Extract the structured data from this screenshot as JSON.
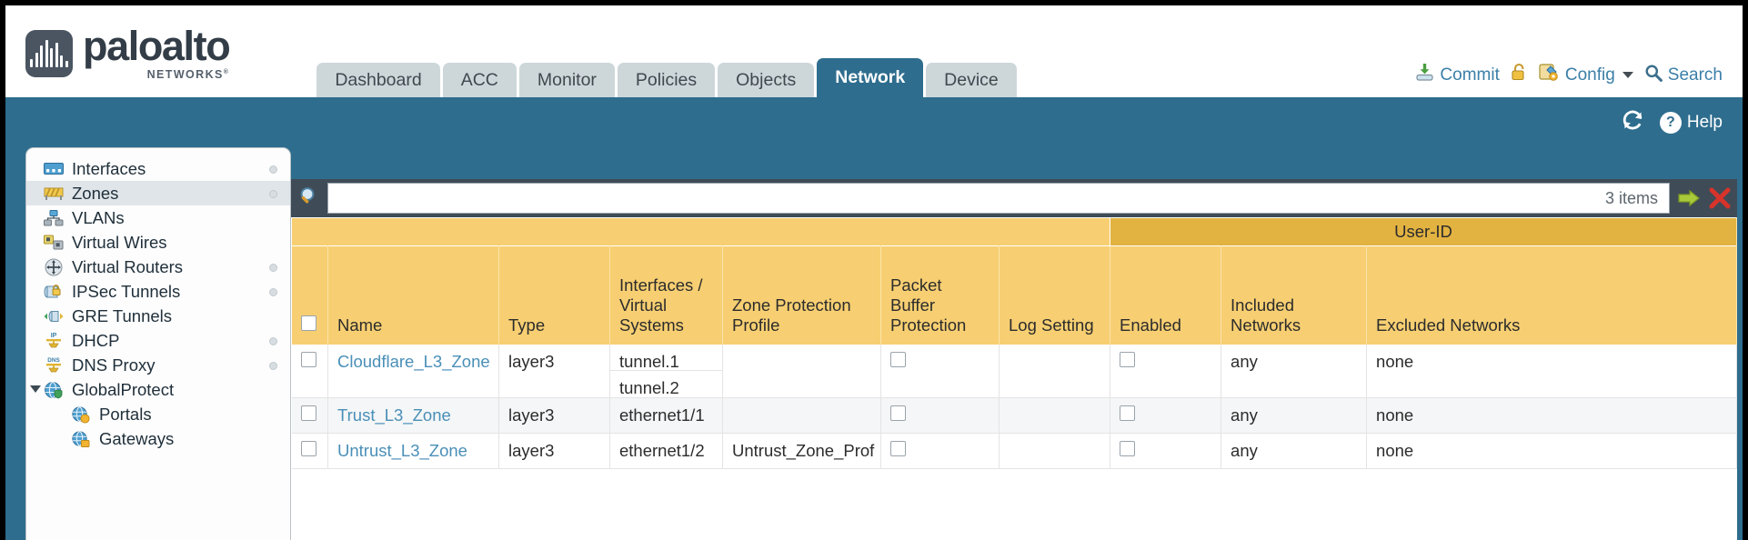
{
  "brand": {
    "name": "paloalto",
    "tagline": "NETWORKS",
    "registered": "®"
  },
  "tabs": [
    {
      "label": "Dashboard",
      "active": false
    },
    {
      "label": "ACC",
      "active": false
    },
    {
      "label": "Monitor",
      "active": false
    },
    {
      "label": "Policies",
      "active": false
    },
    {
      "label": "Objects",
      "active": false
    },
    {
      "label": "Network",
      "active": true
    },
    {
      "label": "Device",
      "active": false
    }
  ],
  "top_actions": {
    "commit": "Commit",
    "config": "Config",
    "search": "Search",
    "lock_icon": "unlock-icon"
  },
  "blueband": {
    "help": "Help",
    "refresh_icon": "refresh-icon"
  },
  "sidebar": {
    "items": [
      {
        "label": "Interfaces",
        "icon": "interfaces-icon",
        "selected": false,
        "dot": true,
        "child": false,
        "expander": false
      },
      {
        "label": "Zones",
        "icon": "zones-icon",
        "selected": true,
        "dot": true,
        "child": false,
        "expander": false
      },
      {
        "label": "VLANs",
        "icon": "vlans-icon",
        "selected": false,
        "dot": false,
        "child": false,
        "expander": false
      },
      {
        "label": "Virtual Wires",
        "icon": "virtual-wires-icon",
        "selected": false,
        "dot": false,
        "child": false,
        "expander": false
      },
      {
        "label": "Virtual Routers",
        "icon": "virtual-routers-icon",
        "selected": false,
        "dot": true,
        "child": false,
        "expander": false
      },
      {
        "label": "IPSec Tunnels",
        "icon": "ipsec-tunnels-icon",
        "selected": false,
        "dot": true,
        "child": false,
        "expander": false
      },
      {
        "label": "GRE Tunnels",
        "icon": "gre-tunnels-icon",
        "selected": false,
        "dot": false,
        "child": false,
        "expander": false
      },
      {
        "label": "DHCP",
        "icon": "dhcp-icon",
        "selected": false,
        "dot": true,
        "child": false,
        "expander": false
      },
      {
        "label": "DNS Proxy",
        "icon": "dns-proxy-icon",
        "selected": false,
        "dot": true,
        "child": false,
        "expander": false
      },
      {
        "label": "GlobalProtect",
        "icon": "globalprotect-icon",
        "selected": false,
        "dot": false,
        "child": false,
        "expander": true
      },
      {
        "label": "Portals",
        "icon": "portals-icon",
        "selected": false,
        "dot": false,
        "child": true,
        "expander": false
      },
      {
        "label": "Gateways",
        "icon": "gateways-icon",
        "selected": false,
        "dot": false,
        "child": true,
        "expander": false
      }
    ]
  },
  "toolbar": {
    "search_value": "",
    "search_placeholder": "",
    "item_count": "3 items",
    "search_icon": "search-icon",
    "apply_icon": "apply-filter-icon",
    "clear_icon": "clear-filter-icon"
  },
  "table": {
    "group_header": "User-ID",
    "columns": [
      "Name",
      "Type",
      "Interfaces / Virtual Systems",
      "Zone Protection Profile",
      "Packet Buffer Protection",
      "Log Setting",
      "Enabled",
      "Included Networks",
      "Excluded Networks"
    ],
    "rows": [
      {
        "name": "Cloudflare_L3_Zone",
        "type": "layer3",
        "interfaces": [
          "tunnel.1",
          "tunnel.2"
        ],
        "zone_protection_profile": "",
        "packet_buffer_protection": false,
        "log_setting": "",
        "user_id_enabled": false,
        "included_networks": "any",
        "excluded_networks": "none"
      },
      {
        "name": "Trust_L3_Zone",
        "type": "layer3",
        "interfaces": [
          "ethernet1/1"
        ],
        "zone_protection_profile": "",
        "packet_buffer_protection": false,
        "log_setting": "",
        "user_id_enabled": false,
        "included_networks": "any",
        "excluded_networks": "none"
      },
      {
        "name": "Untrust_L3_Zone",
        "type": "layer3",
        "interfaces": [
          "ethernet1/2"
        ],
        "zone_protection_profile": "Untrust_Zone_Prof",
        "packet_buffer_protection": false,
        "log_setting": "",
        "user_id_enabled": false,
        "included_networks": "any",
        "excluded_networks": "none"
      }
    ]
  },
  "colors": {
    "header_blue": "#2e6d8e",
    "table_header_amber": "#f7cf72",
    "group_header_amber": "#e3b341",
    "link_blue": "#4a8fb8"
  }
}
